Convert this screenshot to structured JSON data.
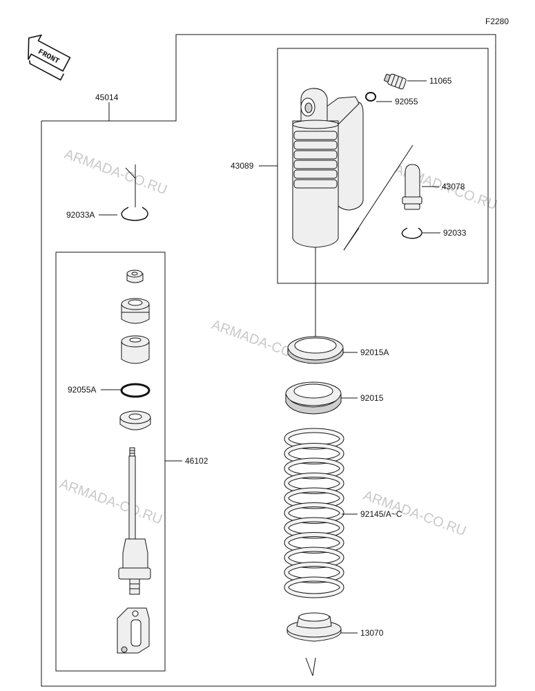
{
  "diagram": {
    "code": "F2280",
    "front_label": "FRONT",
    "watermark": "ARMADA-CO.RU"
  },
  "parts": {
    "p45014": "45014",
    "p43089": "43089",
    "p11065": "11065",
    "p92055": "92055",
    "p43078": "43078",
    "p92033": "92033",
    "p92033A": "92033A",
    "p92015A": "92015A",
    "p92015": "92015",
    "p92055A": "92055A",
    "p46102": "46102",
    "p92145": "92145/A~C",
    "p13070": "13070"
  }
}
